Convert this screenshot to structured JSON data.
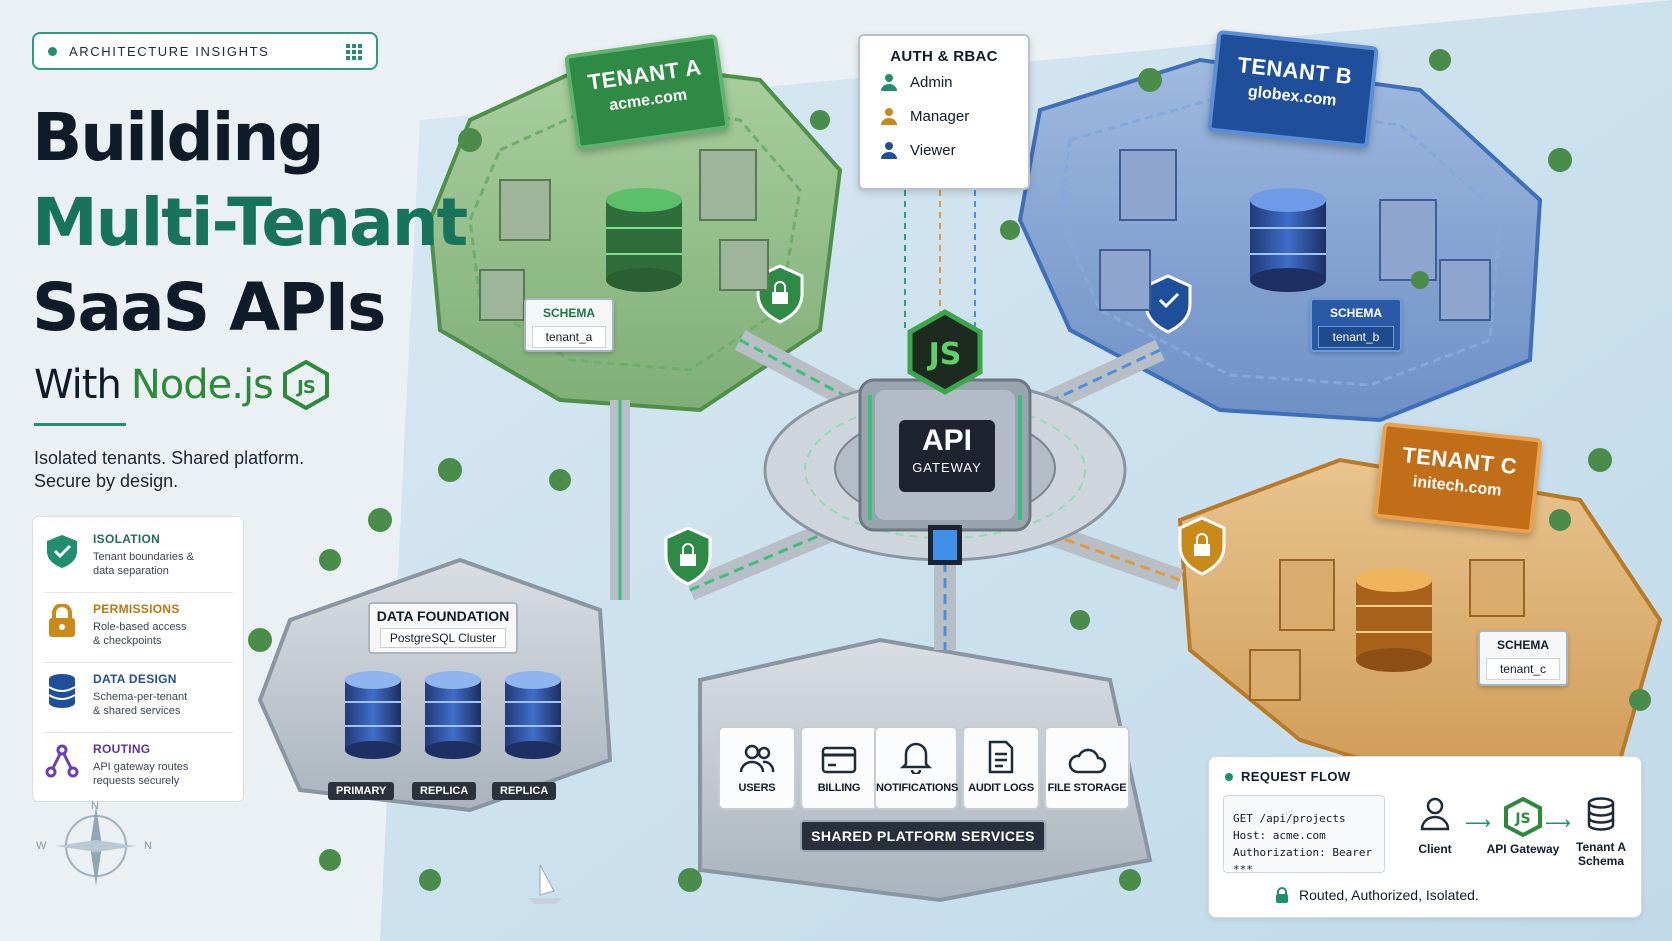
{
  "header": {
    "badge_label": "ARCHITECTURE INSIGHTS"
  },
  "hero": {
    "line1": "Building",
    "line2": "Multi-Tenant",
    "line3": "SaaS APIs",
    "line4_prefix": "With",
    "line4_tech": "Node.js",
    "tagline1": "Isolated tenants. Shared platform.",
    "tagline2": "Secure by design."
  },
  "features": [
    {
      "title": "ISOLATION",
      "desc1": "Tenant boundaries &",
      "desc2": "data separation",
      "icon": "shield-check-icon",
      "color": "#1f8f6e"
    },
    {
      "title": "PERMISSIONS",
      "desc1": "Role-based access",
      "desc2": "& checkpoints",
      "icon": "padlock-icon",
      "color": "#c98a1a"
    },
    {
      "title": "DATA DESIGN",
      "desc1": "Schema-per-tenant",
      "desc2": "& shared services",
      "icon": "database-icon",
      "color": "#1f4f9a"
    },
    {
      "title": "ROUTING",
      "desc1": "API gateway routes",
      "desc2": "requests securely",
      "icon": "routing-icon",
      "color": "#6a3fb8"
    }
  ],
  "auth": {
    "title": "AUTH & RBAC",
    "roles": [
      {
        "label": "Admin",
        "color": "#1f8f6e"
      },
      {
        "label": "Manager",
        "color": "#c98a1a"
      },
      {
        "label": "Viewer",
        "color": "#1f4f9a"
      }
    ]
  },
  "tenants": {
    "a": {
      "name": "TENANT A",
      "domain": "acme.com",
      "schema_label": "SCHEMA",
      "schema": "tenant_a",
      "color": "#2e8a44"
    },
    "b": {
      "name": "TENANT B",
      "domain": "globex.com",
      "schema_label": "SCHEMA",
      "schema": "tenant_b",
      "color": "#1f4f9a"
    },
    "c": {
      "name": "TENANT C",
      "domain": "initech.com",
      "schema_label": "SCHEMA",
      "schema": "tenant_c",
      "color": "#c26e18"
    }
  },
  "gateway": {
    "title": "API",
    "subtitle": "GATEWAY"
  },
  "data_foundation": {
    "title": "DATA FOUNDATION",
    "subtitle": "PostgreSQL Cluster",
    "nodes": [
      "PRIMARY",
      "REPLICA",
      "REPLICA"
    ]
  },
  "services": {
    "title": "SHARED PLATFORM SERVICES",
    "items": [
      {
        "label": "USERS",
        "icon": "users-icon"
      },
      {
        "label": "BILLING",
        "icon": "credit-card-icon"
      },
      {
        "label": "NOTIFICATIONS",
        "icon": "bell-icon"
      },
      {
        "label": "AUDIT LOGS",
        "icon": "document-icon"
      },
      {
        "label": "FILE STORAGE",
        "icon": "cloud-icon"
      }
    ]
  },
  "request_flow": {
    "title": "REQUEST FLOW",
    "request_line": "GET /api/projects",
    "host_line": "Host: acme.com",
    "auth_line": "Authorization: Bearer ***",
    "client": "Client",
    "gateway": "API Gateway",
    "target1": "Tenant A",
    "target2": "Schema",
    "footer": "Routed, Authorized, Isolated."
  },
  "compass": {
    "n": "N",
    "w": "W",
    "e": "N"
  }
}
